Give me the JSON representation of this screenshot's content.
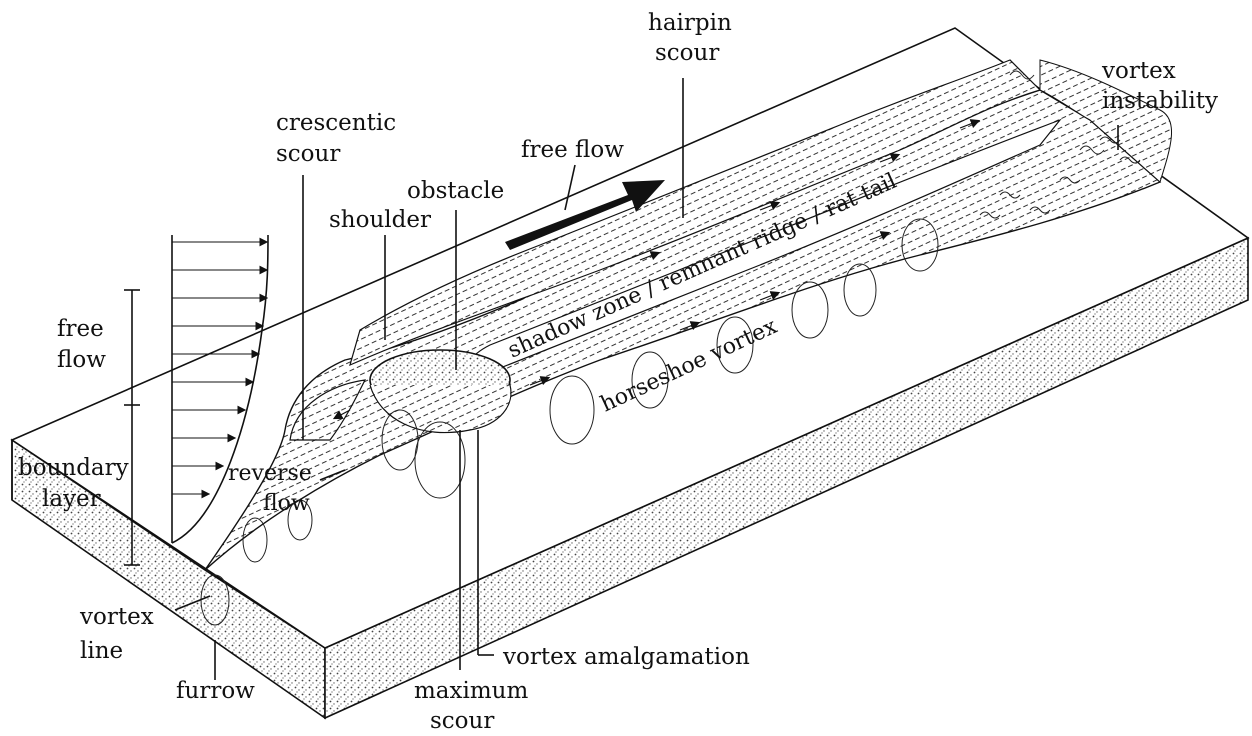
{
  "labels": {
    "hairpin_scour": [
      "hairpin",
      "scour"
    ],
    "vortex_instability": [
      "vortex",
      "instability"
    ],
    "crescentic_scour": [
      "crescentic",
      "scour"
    ],
    "free_flow_top": "free flow",
    "obstacle": "obstacle",
    "shoulder": "shoulder",
    "free_flow_left": [
      "free",
      "flow"
    ],
    "boundary_layer": [
      "boundary",
      "layer"
    ],
    "reverse_flow": [
      "reverse",
      "flow"
    ],
    "shadow_zone": "shadow zone / remnant ridge / rat tail",
    "horseshoe_vortex": "horseshoe vortex",
    "vortex_line": [
      "vortex",
      "line"
    ],
    "furrow": "furrow",
    "maximum_scour": [
      "maximum",
      "scour"
    ],
    "vortex_amalgamation": "vortex amalgamation"
  },
  "colors": {
    "ink": "#111111",
    "paper": "#ffffff",
    "speckle": "#555555"
  }
}
